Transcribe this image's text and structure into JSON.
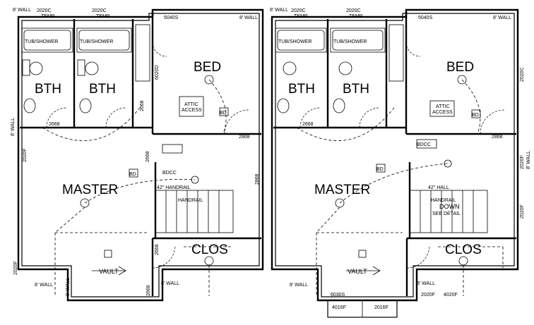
{
  "units": [
    {
      "rooms": {
        "bth_a": "BTH",
        "bth_b": "BTH",
        "bed": "BED",
        "master": "MASTER",
        "clos": "CLOS"
      },
      "fixtures": {
        "tub_a": "TUB/SHOWER",
        "tub_b": "TUB/SHOWER",
        "attic_1": "ATTIC",
        "attic_2": "ACCESS",
        "vault": "VAULT",
        "handrail_top": "42\" HANDRAIL",
        "handrail": "HANDRAIL"
      },
      "labels": {
        "win_a": "2020C",
        "win_a_temp": "TEMP",
        "win_b": "2020C",
        "win_b_temp": "TEMP",
        "win_bed": "5040S",
        "wall_8_top": "8' WALL",
        "wall_8_topleft": "8' WALL",
        "wall_8_left": "8' WALL",
        "win_left": "2020F",
        "win_left2": "2020F",
        "wall_8_bl": "8' WALL",
        "wall_8_bot": "8' WALL",
        "wall_8_bot2": "8' WALL",
        "door_2668_a": "2668",
        "door_2668_b": "2668",
        "door_2868": "2868",
        "door_2668_c": "2668",
        "door_2668_d": "2668",
        "door_2868_b": "2868",
        "door_2668_e": "2668",
        "door_6020": "6020D",
        "bdcc": "BDCC",
        "bd_a": "BD",
        "bd_b": "BD"
      }
    },
    {
      "rooms": {
        "bth_a": "BTH",
        "bth_b": "BTH",
        "bed": "BED",
        "master": "MASTER",
        "clos": "CLOS"
      },
      "fixtures": {
        "tub_a": "TUB/SHOWER",
        "tub_b": "TUB/SHOWER",
        "attic_1": "ATTIC",
        "attic_2": "ACCESS",
        "vault": "VAULT",
        "handrail_top": "42\" HALL",
        "handrail": "HANDRAIL",
        "down": "DOWN",
        "see_detail": "SEE DETAIL"
      },
      "labels": {
        "win_a": "2020C",
        "win_a_temp": "TEMP",
        "win_b": "2020C",
        "win_b_temp": "TEMP",
        "win_bed": "5040S",
        "win_right": "2020C",
        "wall_8_top": "8' WALL",
        "wall_8_topleft": "8' WALL",
        "wall_8_right": "2020F",
        "wall_8_right2": "8' WALL",
        "win_right2": "2020F",
        "wall_8_bl": "8' WALL",
        "wall_8_bot": "8' WALL",
        "bay_top": "6030S",
        "bay_left": "4016F",
        "bay_right": "2016F",
        "bot_win": "2020F",
        "bot_win2": "4020F",
        "door_2668_a": "2668",
        "door_2868": "2868",
        "bdcc": "BDCC",
        "bd_a": "BD",
        "bd_b": "BD"
      }
    }
  ]
}
